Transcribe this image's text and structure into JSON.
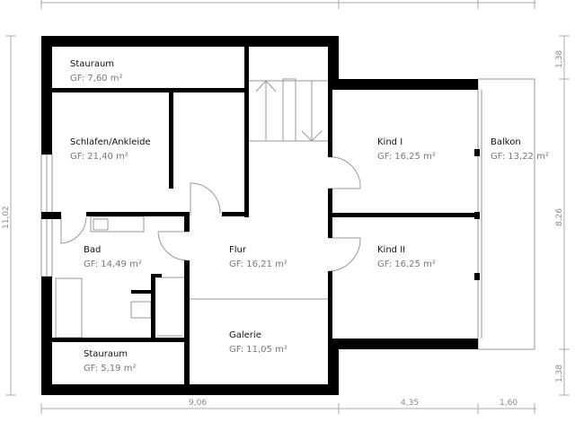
{
  "rooms": [
    {
      "name": "Stauraum",
      "area": "GF: 7,60 m²"
    },
    {
      "name": "Schlafen/Ankleide",
      "area": "GF: 21,40 m²"
    },
    {
      "name": "Bad",
      "area": "GF: 14,49 m²"
    },
    {
      "name": "Stauraum",
      "area": "GF: 5,19 m²"
    },
    {
      "name": "Flur",
      "area": "GF: 16,21 m²"
    },
    {
      "name": "Galerie",
      "area": "GF: 11,05 m²"
    },
    {
      "name": "Kind I",
      "area": "GF: 16,25 m²"
    },
    {
      "name": "Kind II",
      "area": "GF: 16,25 m²"
    },
    {
      "name": "Balkon",
      "area": "GF: 13,22 m²"
    }
  ],
  "dimensions": {
    "bottom": [
      "9,06",
      "4,35",
      "1,60"
    ],
    "left": "11,02",
    "right": [
      "1,38",
      "8,26",
      "1,38"
    ]
  },
  "colors": {
    "wall": "#000000",
    "line": "#999999",
    "dim": "#888888"
  }
}
